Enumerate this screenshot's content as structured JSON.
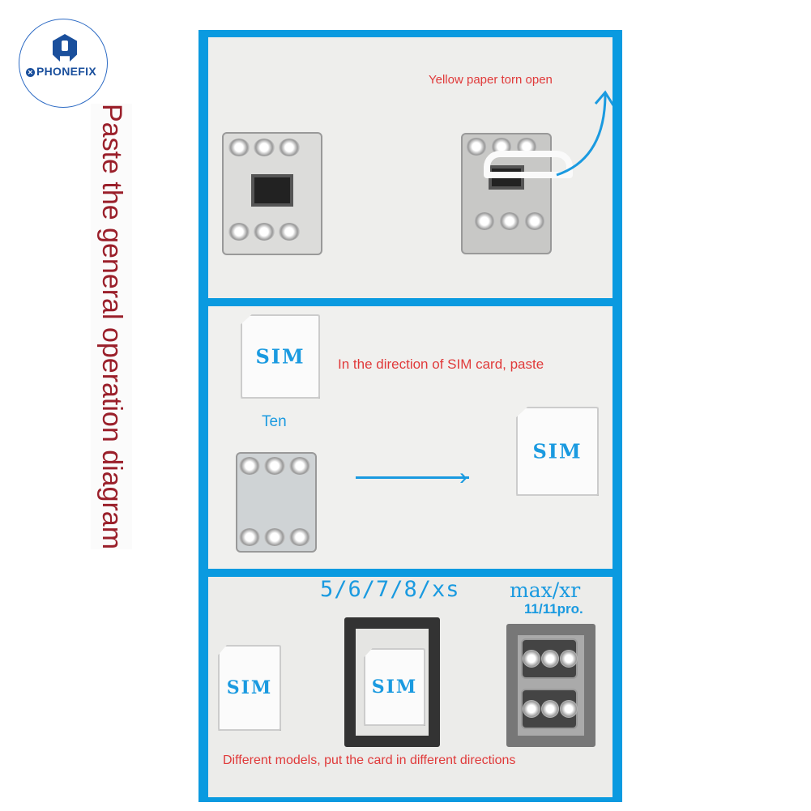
{
  "logo": {
    "brand": "PHONEFIX"
  },
  "title": "Paste the general operation diagram",
  "panel1": {
    "caption": "Yellow paper torn open"
  },
  "panel2": {
    "caption": "In the direction of SIM card, paste",
    "sim_label": "SIM",
    "ten_label": "Ten"
  },
  "panel3": {
    "model_a": "5/6/7/8/xs",
    "model_b": "max/xr",
    "model_b_sub": "11/11pro.",
    "sim_label": "SIM",
    "caption": "Different models, put the card in different directions"
  },
  "colors": {
    "frame": "#0a9ae0",
    "caption_red": "#e03a3a",
    "title_red": "#9a1f2a",
    "sim_blue": "#1a9ae0",
    "logo_blue": "#1a4f9c"
  }
}
